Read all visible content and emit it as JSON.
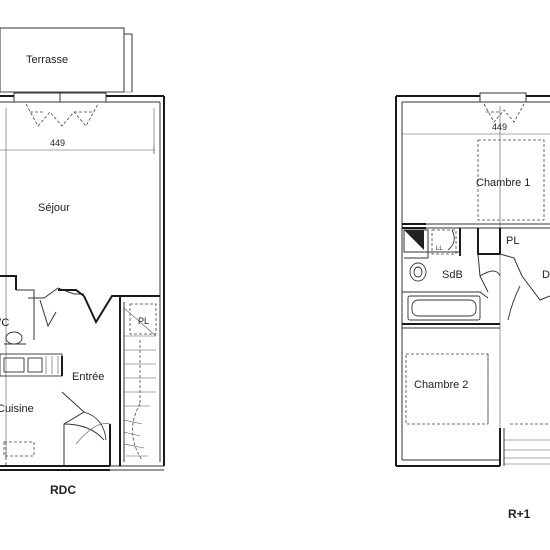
{
  "rdc": {
    "level_label": "RDC",
    "rooms": {
      "terrace": "Terrasse",
      "living": "Séjour",
      "wc": "VC",
      "cupboard": "PL",
      "entrance": "Entrée",
      "kitchen": "Cuisine"
    },
    "dimension": "449"
  },
  "r1": {
    "level_label": "R+1",
    "rooms": {
      "bedroom1": "Chambre 1",
      "cupboard": "PL",
      "bathroom": "SdB",
      "landing": "D",
      "bedroom2": "Chambre 2",
      "laundry": "LL"
    },
    "dimension": "449"
  }
}
